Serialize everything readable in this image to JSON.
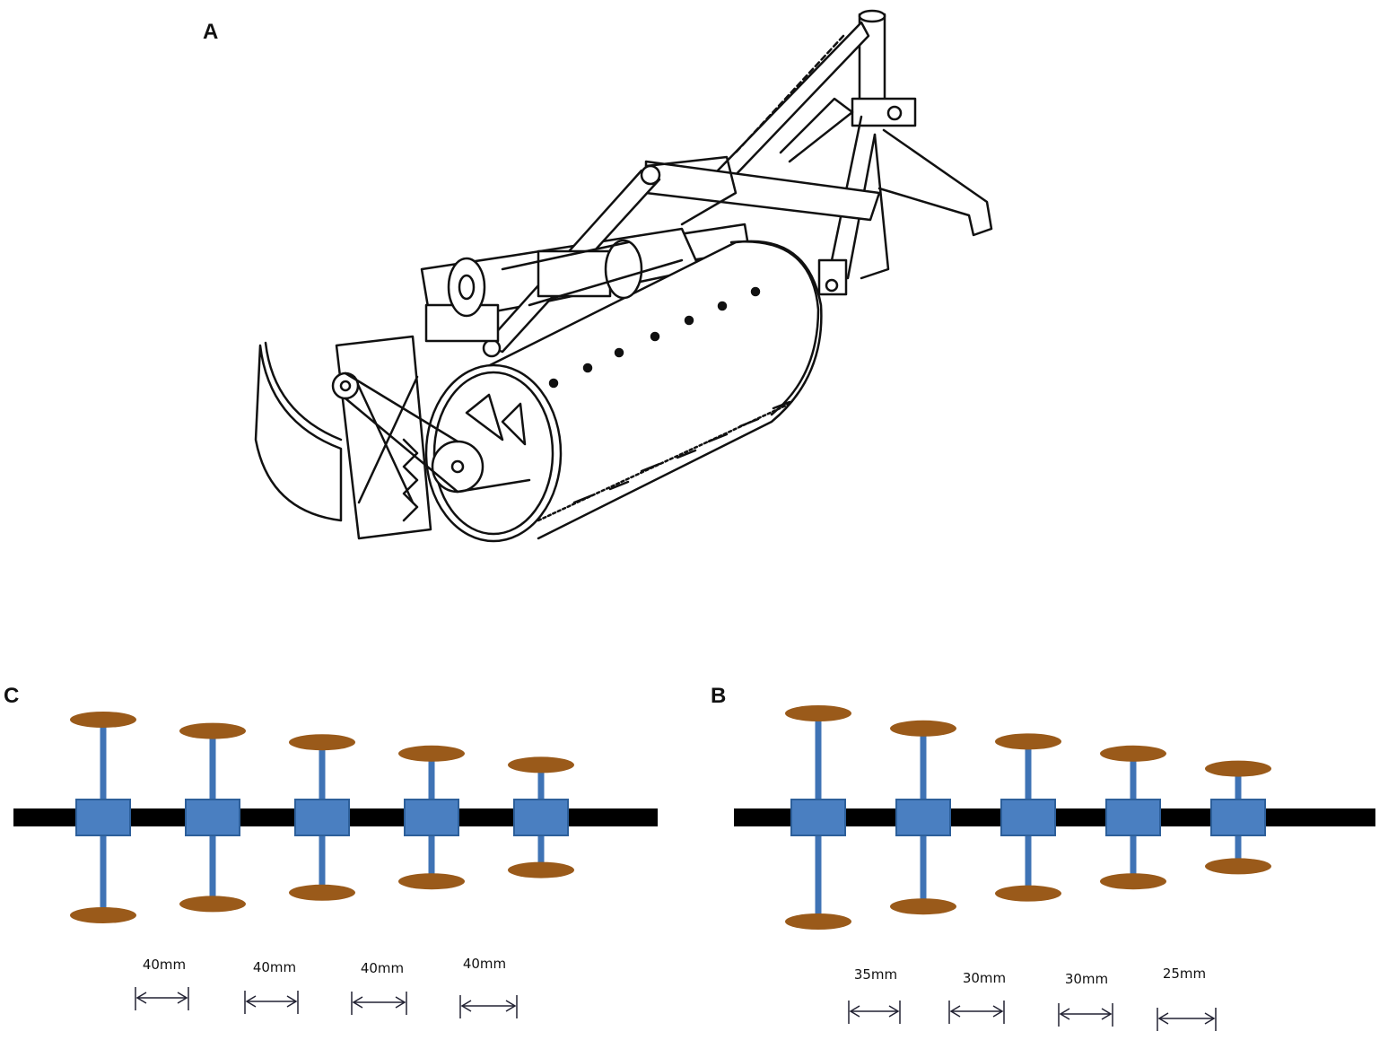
{
  "panels": {
    "a": {
      "label": "A"
    },
    "c": {
      "label": "C",
      "spacings": [
        "40mm",
        "40mm",
        "40mm",
        "40mm"
      ],
      "spacing_values_mm": [
        40,
        40,
        40,
        40
      ],
      "blade_lengths_relative": [
        1.0,
        0.88,
        0.76,
        0.64,
        0.52
      ]
    },
    "b": {
      "label": "B",
      "spacings": [
        "35mm",
        "30mm",
        "30mm",
        "25mm"
      ],
      "spacing_values_mm": [
        35,
        30,
        30,
        25
      ],
      "blade_lengths_relative": [
        1.0,
        0.85,
        0.72,
        0.6,
        0.45
      ]
    }
  },
  "colors": {
    "shaft": "#000000",
    "hub": "#4a7fc1",
    "hub_border": "#2d5f9a",
    "rod": "#3f73b5",
    "blade": "#9a5a1a",
    "line_art": "#111111"
  }
}
